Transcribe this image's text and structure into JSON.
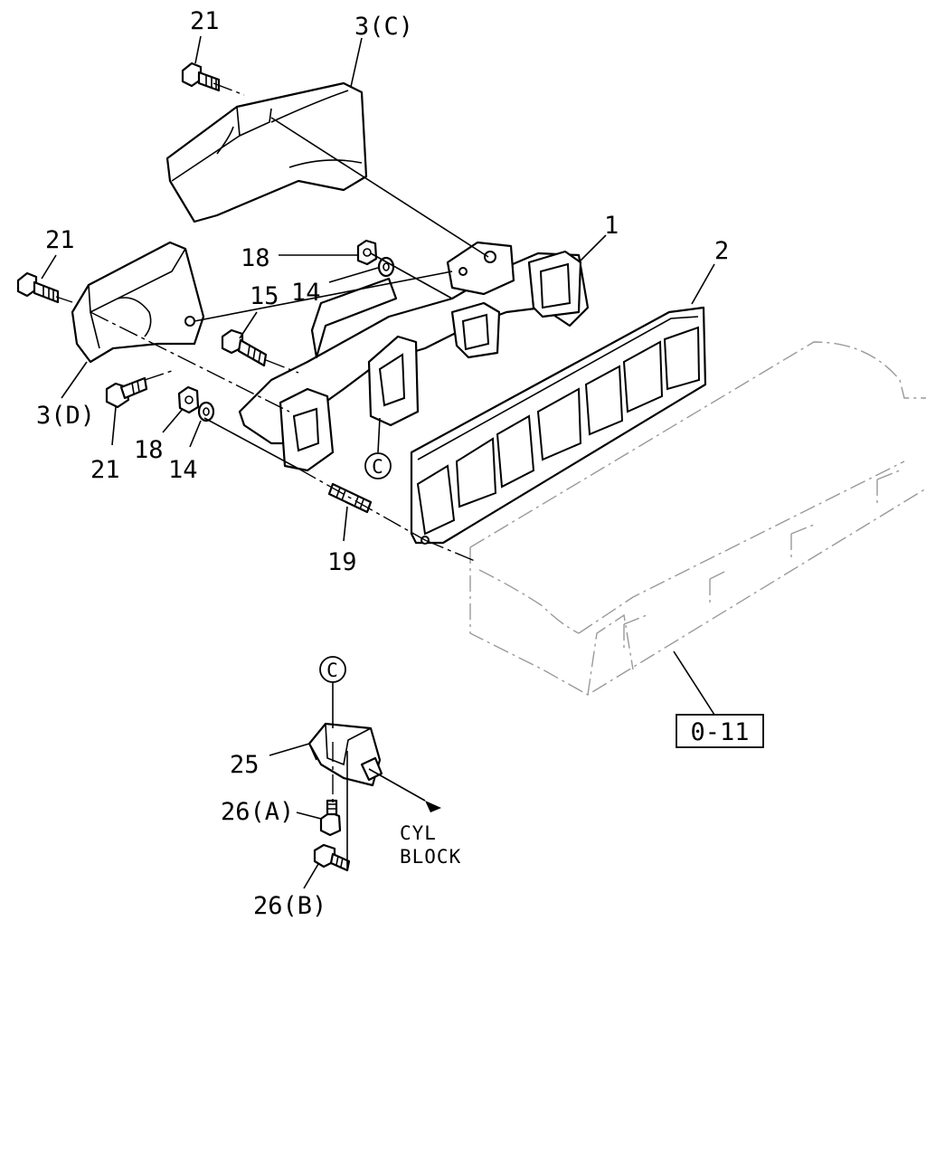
{
  "callouts": {
    "c21_top": "21",
    "c3c": "3(C)",
    "c21_left": "21",
    "c1": "1",
    "c2": "2",
    "c18_top": "18",
    "c14_top": "14",
    "c15": "15",
    "c3d": "3(D)",
    "c21_bottom": "21",
    "c18_bottom": "18",
    "c14_bottom": "14",
    "c19": "19",
    "c25": "25",
    "c26a": "26(A)",
    "c26b": "26(B)"
  },
  "circle_refs": {
    "upper": "C",
    "lower": "C"
  },
  "ref_box": "0-11",
  "direction_note": {
    "line1": "CYL",
    "line2": "BLOCK"
  }
}
